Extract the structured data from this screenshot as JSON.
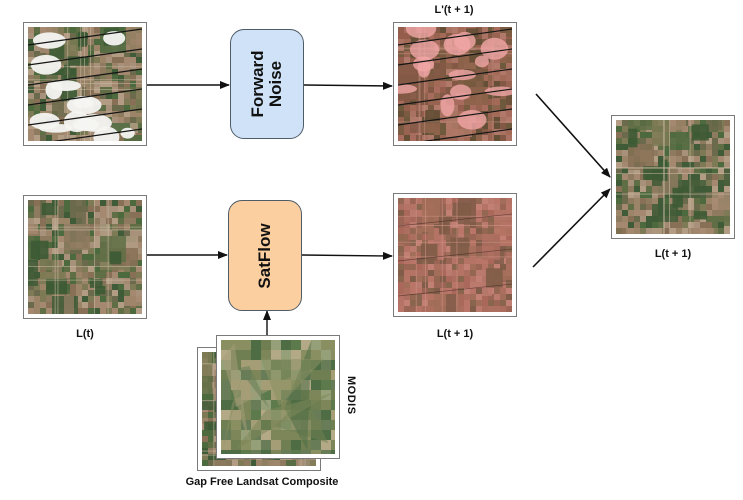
{
  "boxes": {
    "forward_noise": {
      "line1": "Forward",
      "line2": "Noise",
      "fill": "#cfe2f8"
    },
    "satflow": {
      "label": "SatFlow",
      "fill": "#fbcf9f"
    }
  },
  "labels": {
    "noisy_output": "L'(t + 1)",
    "input": "L(t)",
    "satflow_output": "L(t + 1)",
    "final_output": "L(t + 1)",
    "modis": "MODIS",
    "gap_free": "Gap Free Landsat Composite"
  },
  "colors": {
    "cloud": "#f4f4f2",
    "stripe": "#151515",
    "field_dark": "#3c5a34",
    "field_light": "#a98f75",
    "red_tint": "#d26060"
  }
}
